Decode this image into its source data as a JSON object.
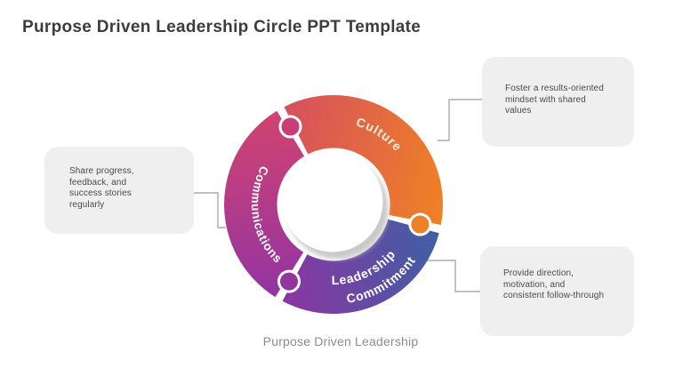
{
  "page": {
    "title": "Purpose Driven Leadership Circle PPT Template",
    "caption": "Purpose Driven Leadership",
    "background": "#ffffff",
    "title_color": "#3d3d3d",
    "caption_color": "#8c8c8c"
  },
  "styles": {
    "callout_bg": "#efefef",
    "callout_text_color": "#4a4a4a",
    "connector_color": "#9c9c9c",
    "center_circle_color": "#ffffff",
    "center_shadow_color": "#c9c9c9"
  },
  "diagram": {
    "segments": [
      {
        "id": "culture",
        "label": "Culture",
        "gradient_start": "#d6505f",
        "gradient_end": "#ef8124",
        "label_color": "#f8eedd",
        "tab_color": "#ee8125"
      },
      {
        "id": "communications",
        "label": "Communications",
        "gradient_start": "#d2436f",
        "gradient_end": "#9134a4",
        "label_color": "#ffffff",
        "tab_color": "#cb3d76"
      },
      {
        "id": "leadership-commitment",
        "label_line1": "Leadership",
        "label_line2": "Commitment",
        "gradient_start": "#8a36a2",
        "gradient_end": "#3f5fa4",
        "label_color": "#ffffff",
        "tab_color": "#93359f"
      }
    ]
  },
  "callouts": [
    {
      "position": "left",
      "text": "Share progress, feedback, and success stories regularly"
    },
    {
      "position": "top-right",
      "text": "Foster a results-oriented mindset with shared values"
    },
    {
      "position": "bottom-right",
      "text": "Provide direction, motivation, and consistent follow-through"
    }
  ]
}
